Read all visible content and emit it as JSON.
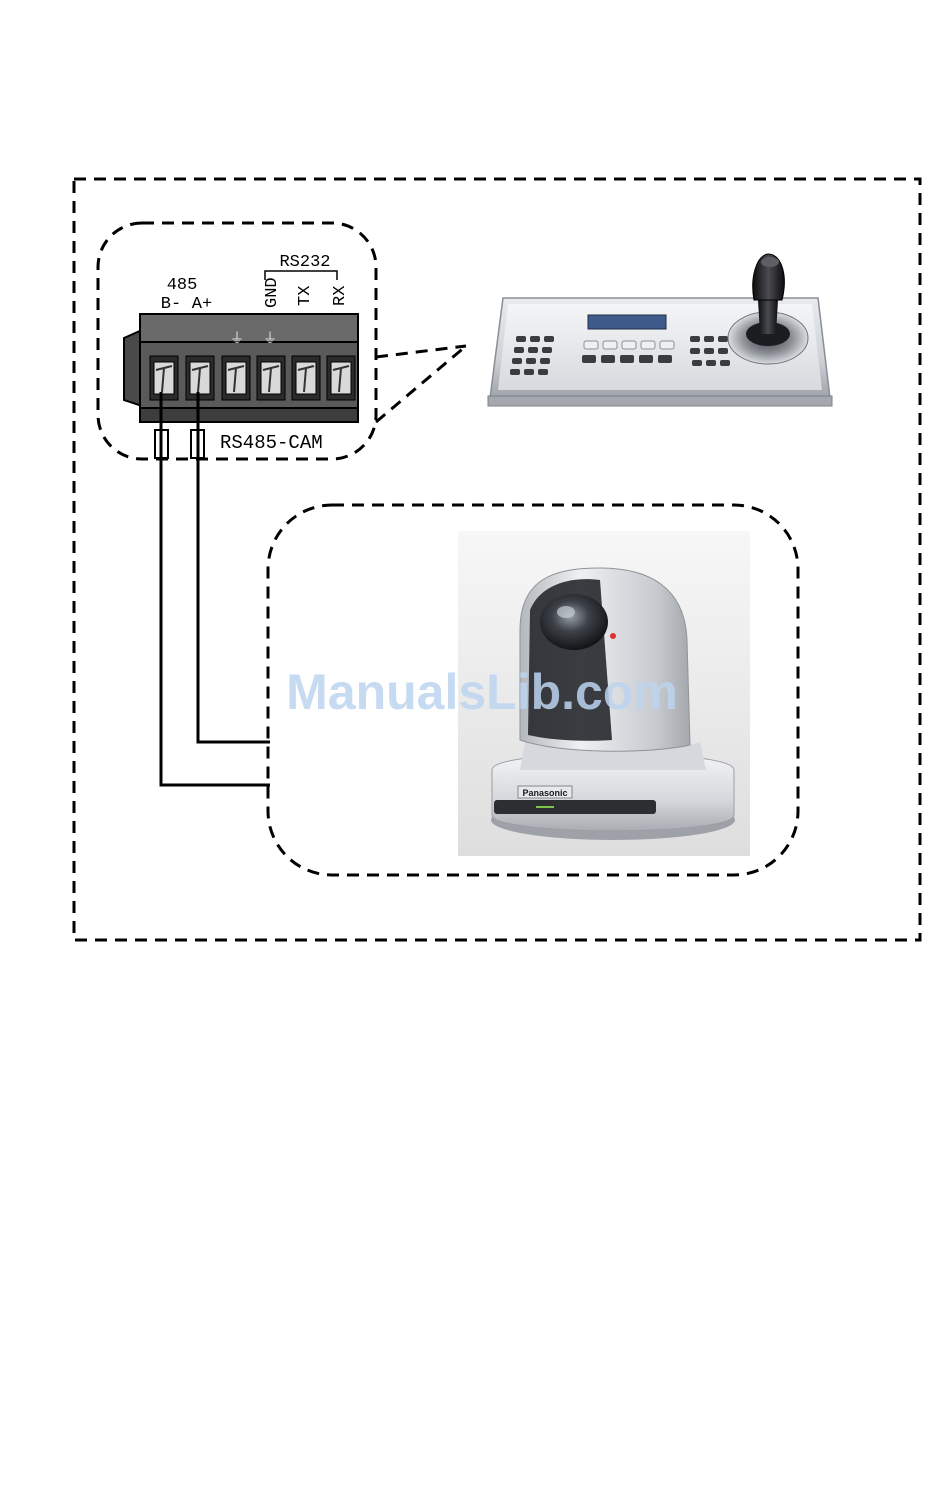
{
  "connector": {
    "group_485": "485",
    "pin_b": "B-",
    "pin_a": "A+",
    "group_rs232": "RS232",
    "pin_gnd": "GND",
    "pin_tx": "TX",
    "pin_rx": "RX",
    "ground_symbol": "⏚",
    "port_name": "RS485-CAM"
  },
  "camera": {
    "brand": "Panasonic"
  },
  "watermark": "ManualsLib.com",
  "icons": {
    "keyboard": "ptz-controller-keyboard-icon",
    "camera": "ptz-camera-icon",
    "connector": "terminal-block-icon"
  },
  "colors": {
    "line": "#000000",
    "watermark": "#bcd3ee",
    "device_silver": "#c9ccd2"
  }
}
